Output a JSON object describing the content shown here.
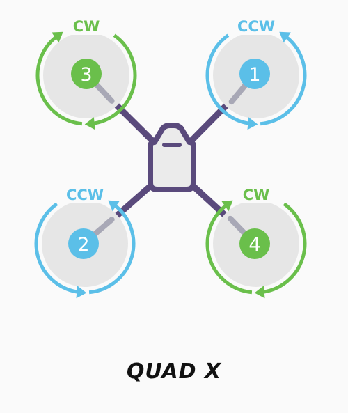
{
  "title": "QUAD X",
  "colors": {
    "cw": "#6abf4b",
    "ccw": "#5bbfe8",
    "frame": "#5a4a7c",
    "prop_disc": "#e6e6e6",
    "prop_arm": "#a8a8b6",
    "body_fill": "#ebebeb",
    "background": "#fafafa"
  },
  "motors": [
    {
      "number": "1",
      "rotation": "CCW",
      "position": "front-right"
    },
    {
      "number": "2",
      "rotation": "CCW",
      "position": "rear-left"
    },
    {
      "number": "3",
      "rotation": "CW",
      "position": "front-left"
    },
    {
      "number": "4",
      "rotation": "CW",
      "position": "rear-right"
    }
  ]
}
